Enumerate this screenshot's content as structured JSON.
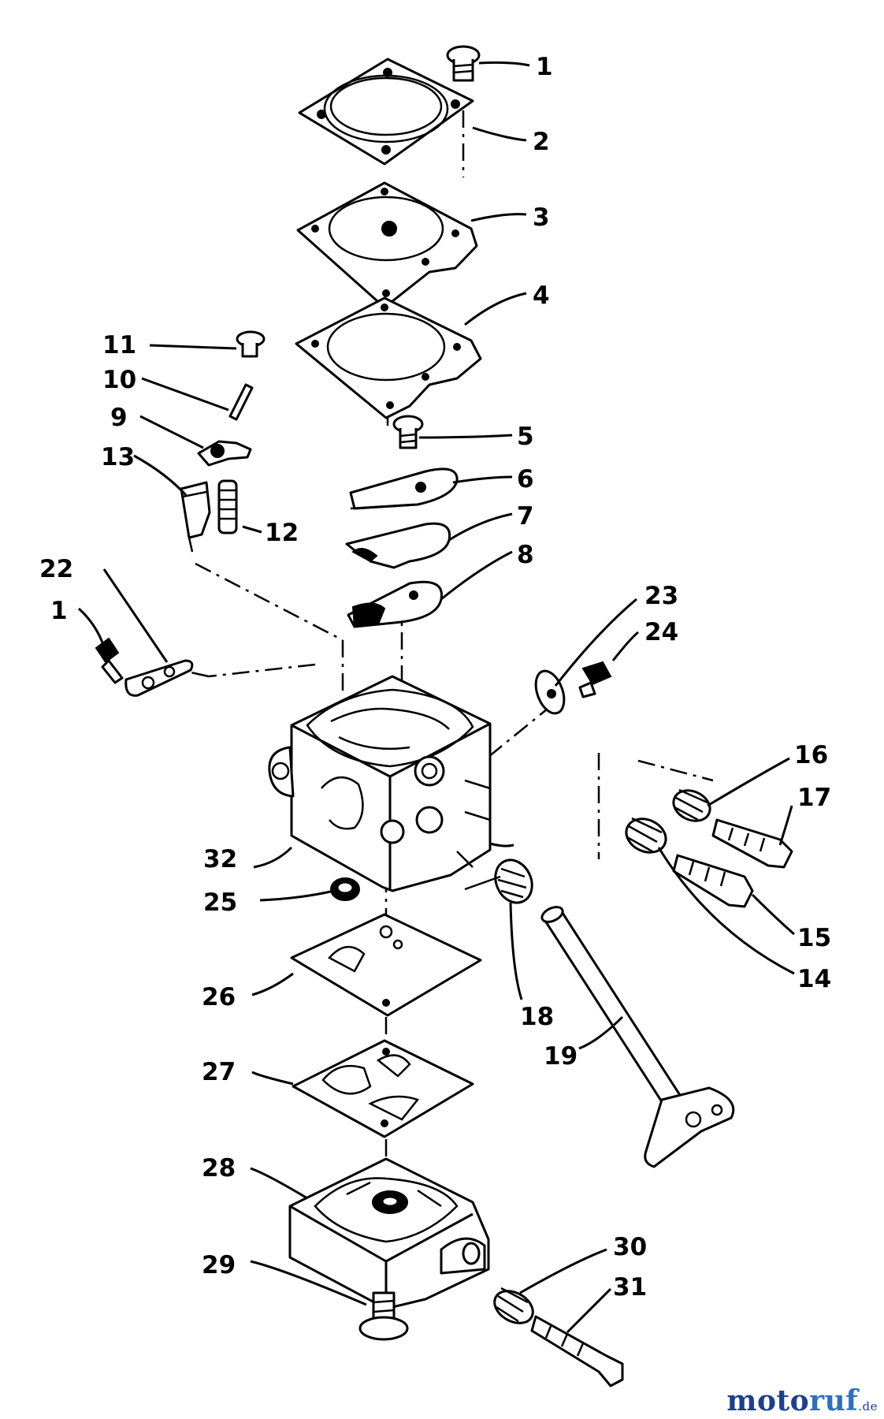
{
  "diagram": {
    "callouts": [
      "1",
      "2",
      "3",
      "4",
      "5",
      "6",
      "7",
      "8",
      "9",
      "10",
      "11",
      "12",
      "13",
      "14",
      "15",
      "16",
      "17",
      "18",
      "19",
      "22",
      "1",
      "23",
      "24",
      "25",
      "26",
      "27",
      "28",
      "29",
      "30",
      "31",
      "32"
    ]
  },
  "watermark": {
    "part1": "moto",
    "part2": "ruf",
    "part3": ".de"
  }
}
